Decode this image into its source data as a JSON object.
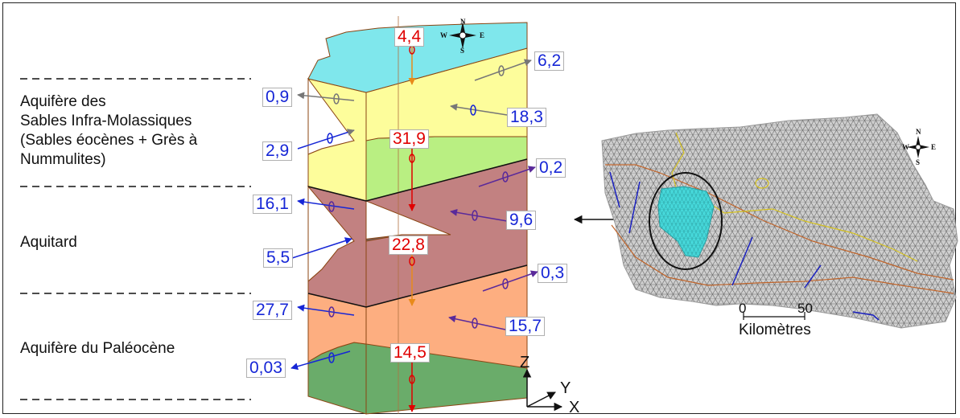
{
  "layers": {
    "aquifer_sim": "Aquifère des\nSables Infra-Molassiques\n(Sables éocènes + Grès à\nNummulites)",
    "aquitard": "Aquitard",
    "aquifer_paleocene": "Aquifère du Paléocène"
  },
  "flows": {
    "top_vertical": "4,4",
    "top_right_out": "6,2",
    "sim_left_out": "0,9",
    "sim_right_in": "18,3",
    "sim_left_in": "2,9",
    "sim_aquitard_vertical": "31,9",
    "aquitard_right_out": "0,2",
    "aquitard_left_out": "16,1",
    "aquitard_right_in": "9,6",
    "aquitard_left_in": "5,5",
    "aquitard_paleocene_vertical": "22,8",
    "paleocene_right_out": "0,3",
    "paleocene_left_out": "27,7",
    "paleocene_right_in": "15,7",
    "paleocene_left_in": "0,03",
    "bottom_vertical": "14,5"
  },
  "map": {
    "scale_start": "0",
    "scale_end": "50",
    "scale_unit": "Kilomètres"
  },
  "compass": {
    "n": "N",
    "s": "S",
    "e": "E",
    "w": "W"
  },
  "axes": {
    "z": "Z",
    "y": "Y",
    "x": "X"
  },
  "colors": {
    "layer_top": "#7fe7ec",
    "layer_sim": "#fdfd9b",
    "layer_sim_green": "#b9ef82",
    "layer_aquitard": "#c28181",
    "layer_aquitard_dark": "#6e6363",
    "layer_paleocene": "#fdae80",
    "layer_bottom_green": "#6aac6a",
    "flow_blue": "#1626d6",
    "flow_red": "#e00000",
    "mesh_highlight": "#36d3d6"
  }
}
